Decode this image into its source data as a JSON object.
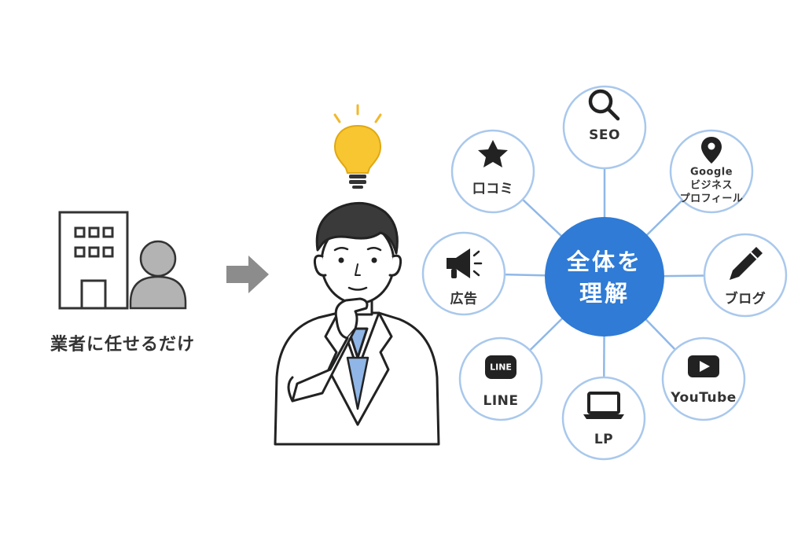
{
  "left": {
    "caption": "業者に任せるだけ"
  },
  "center": {
    "line1": "全体を",
    "line2": "理解"
  },
  "nodes": {
    "seo": "SEO",
    "kuchikomi": "口コミ",
    "google_line1": "Google",
    "google_line2": "ビジネス",
    "google_line3": "プロフィール",
    "ad": "広告",
    "blog": "ブログ",
    "line_badge": "LINE",
    "line": "LINE",
    "lp": "LP",
    "youtube": "YouTube"
  },
  "colors": {
    "accent_blue": "#2f7bd6",
    "node_border": "#a9c8ec",
    "connector": "#8fb8e8",
    "arrow_gray": "#8c8c8c",
    "person_gray": "#b3b3b3",
    "bulb_yellow": "#f7c631",
    "tie_blue": "#8fb6e6"
  },
  "icons": [
    "building-icon",
    "person-icon",
    "arrow-right-icon",
    "lightbulb-icon",
    "thinking-man-illustration",
    "search-icon",
    "star-icon",
    "map-pin-icon",
    "megaphone-icon",
    "pencil-icon",
    "line-app-icon",
    "laptop-icon",
    "youtube-play-icon"
  ]
}
